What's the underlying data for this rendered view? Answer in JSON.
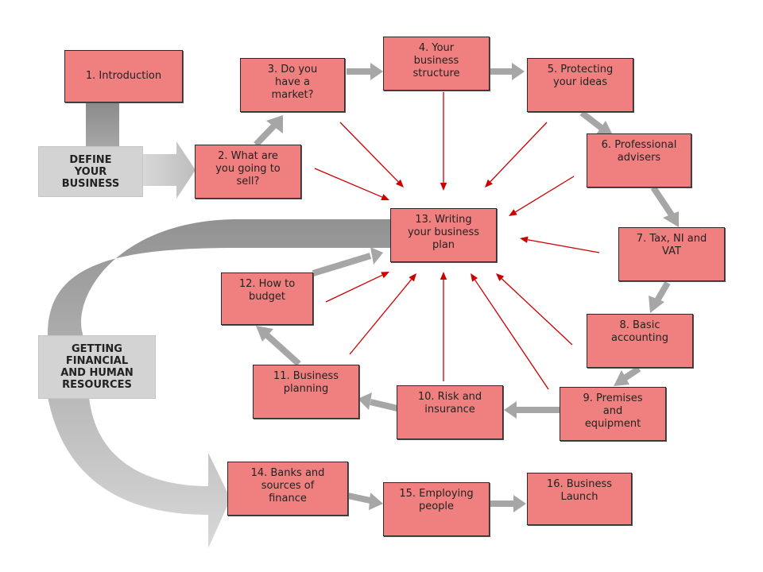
{
  "colors": {
    "box_fill": "#f08080",
    "box_border": "#2a2a2a",
    "grey_box_fill": "#d3d3d3",
    "grey_arrow": "#a6a6a6",
    "red_arrow": "#cc0000"
  },
  "headers": {
    "define": "DEFINE\nYOUR\nBUSINESS",
    "getting": "GETTING\nFINANCIAL\nAND HUMAN\nRESOURCES"
  },
  "steps": {
    "s1": "1. Introduction",
    "s2": "2. What are\nyou going to\nsell?",
    "s3": "3. Do you\nhave a\nmarket?",
    "s4": "4. Your\nbusiness\nstructure",
    "s5": "5. Protecting\nyour ideas",
    "s6": "6. Professional\nadvisers",
    "s7": "7. Tax, NI and\nVAT",
    "s8": "8. Basic\naccounting",
    "s9": "9. Premises\nand\nequipment",
    "s10": "10. Risk and\ninsurance",
    "s11": "11. Business\nplanning",
    "s12": "12. How to\nbudget",
    "s13": "13. Writing\nyour business\nplan",
    "s14": "14. Banks and\nsources of\nfinance",
    "s15": "15. Employing\npeople",
    "s16": "16. Business\nLaunch"
  }
}
